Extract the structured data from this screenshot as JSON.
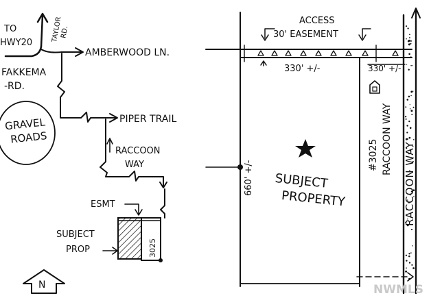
{
  "labels": {
    "to_hwy20": "TO\nHWY20",
    "taylor_rd": "TAYLOR\nRD.",
    "fakkema_rd": "FAKKEMA\n-RD.",
    "amberwood_ln": "AMBERWOOD LN.",
    "gravel_roads": "GRAVEL\nROADS",
    "piper_trail": "PIPER TRAIL",
    "raccoon_way_small": "RACCOON\nWAY",
    "esmt": "ESMT",
    "subject_prop_small": "SUBJECT\nPROP",
    "lot_3025_small": "3025",
    "north": "N",
    "access_easement": "ACCESS\n30' EASEMENT",
    "dim_330_top": "330' +/-",
    "dim_330_right": "330' +/-",
    "dim_660": "660' +/-",
    "subject_property": "SUBJECT\nPROPERTY",
    "raccoon_way_label": "#3025\nRACCOON WAY",
    "raccoon_way_road": "RACCOON WAY",
    "watermark": "NWMLS"
  },
  "colors": {
    "ink": "#111111",
    "paper": "#ffffff",
    "watermark": "#c9c9c9"
  },
  "icons": {
    "star": "star-icon",
    "house": "house-icon",
    "north_arrow": "north-arrow-icon"
  }
}
